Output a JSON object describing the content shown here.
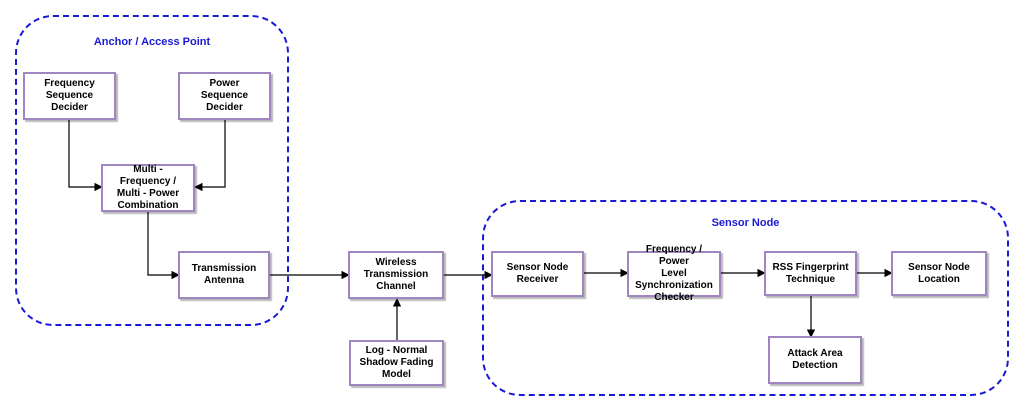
{
  "groups": {
    "anchor": {
      "title": "Anchor / Access Point"
    },
    "sensor": {
      "title": "Sensor Node"
    }
  },
  "nodes": {
    "freq_seq_decider": "Frequency\nSequence Decider",
    "power_seq_decider": "Power Sequence\nDecider",
    "multi_combination": "Multi - Frequency /\nMulti - Power\nCombination",
    "tx_antenna": "Transmission\nAntenna",
    "wireless_channel": "Wireless\nTransmission\nChannel",
    "shadow_fading": "Log - Normal\nShadow Fading\nModel",
    "sensor_receiver": "Sensor Node\nReceiver",
    "sync_checker": "Frequency / Power\nLevel\nSynchronization\nChecker",
    "rss_fingerprint": "RSS Fingerprint\nTechnique",
    "sensor_location": "Sensor Node\nLocation",
    "attack_detection": "Attack  Area\nDetection"
  },
  "edges": [
    {
      "from": "freq_seq_decider",
      "to": "multi_combination"
    },
    {
      "from": "power_seq_decider",
      "to": "multi_combination"
    },
    {
      "from": "multi_combination",
      "to": "tx_antenna"
    },
    {
      "from": "tx_antenna",
      "to": "wireless_channel"
    },
    {
      "from": "shadow_fading",
      "to": "wireless_channel"
    },
    {
      "from": "wireless_channel",
      "to": "sensor_receiver"
    },
    {
      "from": "sensor_receiver",
      "to": "sync_checker"
    },
    {
      "from": "sync_checker",
      "to": "rss_fingerprint"
    },
    {
      "from": "rss_fingerprint",
      "to": "sensor_location"
    },
    {
      "from": "rss_fingerprint",
      "to": "attack_detection"
    }
  ],
  "colors": {
    "group_border": "#1a1ad6",
    "node_border": "#9f86c0",
    "arrow": "#000000"
  }
}
